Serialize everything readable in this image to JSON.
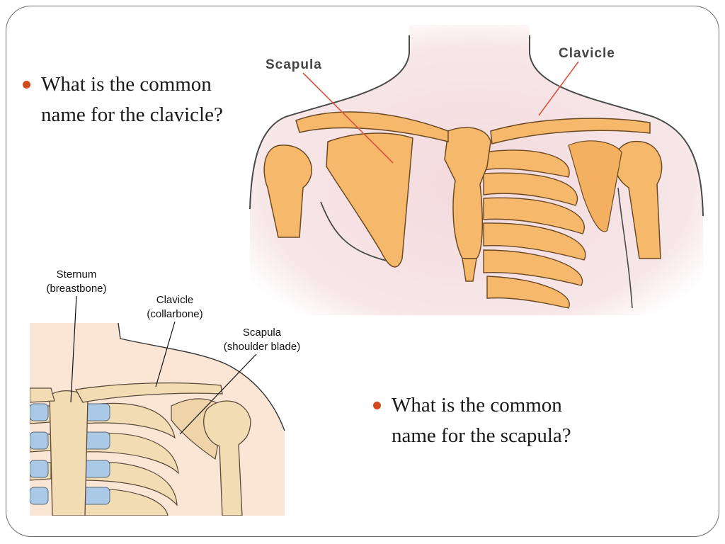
{
  "bullets": [
    {
      "line1": "What is the common",
      "line2": "name for the clavicle?"
    },
    {
      "line1": "What is the common",
      "line2": "name for the scapula?"
    }
  ],
  "top_figure": {
    "labels": {
      "scapula": "Scapula",
      "clavicle": "Clavicle"
    }
  },
  "bottom_figure": {
    "labels": {
      "sternum": "Sternum",
      "sternum_common": "(breastbone)",
      "clavicle": "Clavicle",
      "clavicle_common": "(collarbone)",
      "scapula": "Scapula",
      "scapula_common": "(shoulder blade)"
    }
  },
  "colors": {
    "bullet": "#d24a1c",
    "bone_top": "#f6b86a",
    "skin_top": "#f7e4e6",
    "bone_bottom": "#f2dcb4",
    "skin_bottom": "#fbe6d6",
    "cartilage": "#a9c9e6"
  }
}
